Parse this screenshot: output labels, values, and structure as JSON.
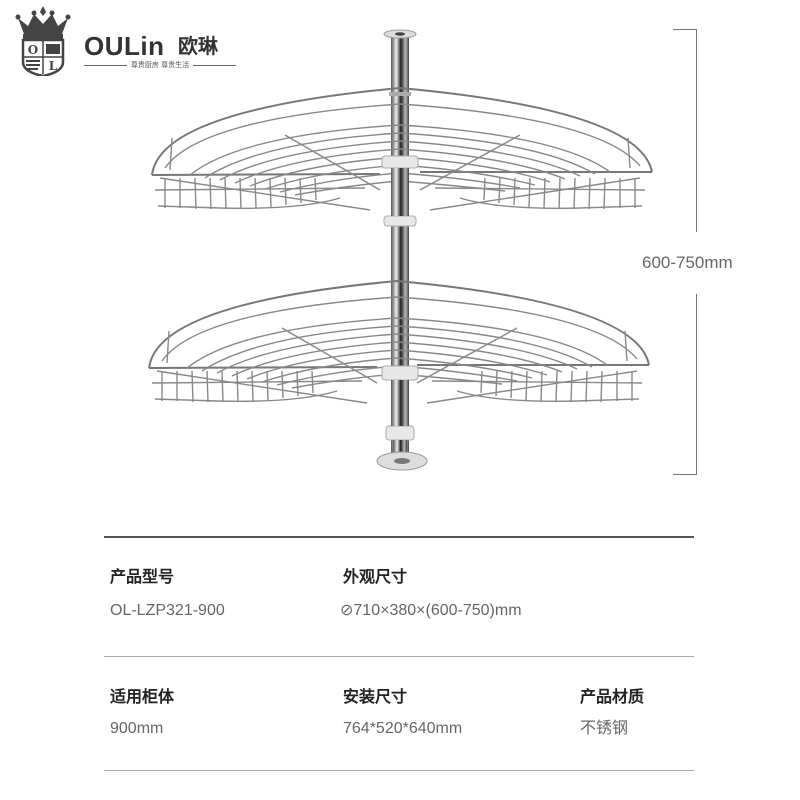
{
  "brand": {
    "wordmark": "OULin",
    "name_cn": "欧琳",
    "slogan": "尊贵厨房 尊贵生活",
    "crest_letters": [
      "O",
      "L"
    ],
    "color": "#333333"
  },
  "product": {
    "description": "Two-tier chrome rotating half-moon corner basket (lazy susan) on a central pole",
    "height_label": "600-750mm"
  },
  "specs": [
    {
      "label": "产品型号",
      "value": "OL-LZP321-900"
    },
    {
      "label": "外观尺寸",
      "value": "⊘710×380×(600-750)mm"
    },
    {
      "label": "适用柜体",
      "value": "900mm"
    },
    {
      "label": "安装尺寸",
      "value": "764*520*640mm"
    },
    {
      "label": "产品材质",
      "value": "不锈钢"
    }
  ],
  "colors": {
    "label": "#222222",
    "value": "#666666",
    "rule": "#aaaaaa",
    "rule_dark": "#555555"
  }
}
